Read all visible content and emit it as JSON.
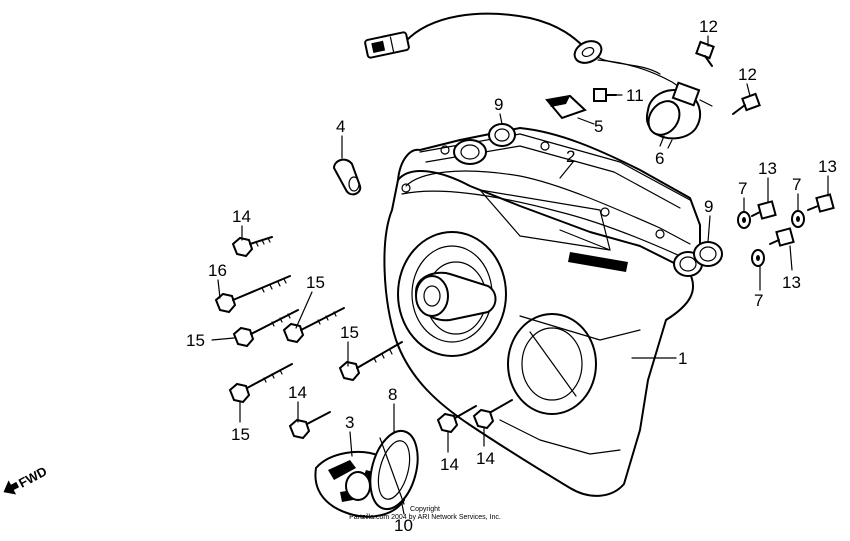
{
  "callouts": {
    "c1": "1",
    "c2": "2",
    "c3": "3",
    "c4": "4",
    "c5": "5",
    "c6": "6",
    "c7a": "7",
    "c7b": "7",
    "c7c": "7",
    "c8": "8",
    "c9a": "9",
    "c9b": "9",
    "c10": "10",
    "c11": "11",
    "c12a": "12",
    "c12b": "12",
    "c13a": "13",
    "c13b": "13",
    "c13c": "13",
    "c14a": "14",
    "c14b": "14",
    "c14c": "14",
    "c14d": "14",
    "c15a": "15",
    "c15b": "15",
    "c15c": "15",
    "c15d": "15",
    "c16": "16"
  },
  "fwd_label": "FWD",
  "copyright": {
    "line1": "Copyright",
    "line2": "Partzilla.com 2004 by ARI Network Services, Inc."
  }
}
